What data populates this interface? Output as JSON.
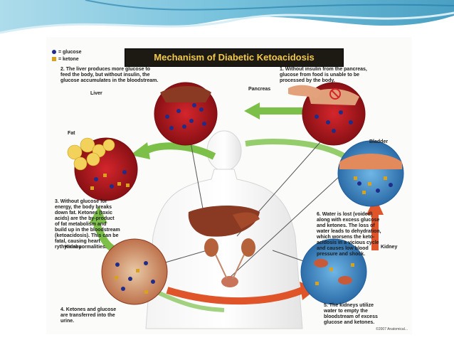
{
  "title": "Mechanism of Diabetic Ketoacidosis",
  "legend": {
    "glucose": "= glucose",
    "ketone": "= ketone"
  },
  "organs": {
    "liver": "Liver",
    "pancreas": "Pancreas",
    "fat": "Fat",
    "bladder": "Bladder",
    "kidney_left": "Kidney",
    "kidney_right": "Kidney"
  },
  "steps": {
    "step1": "1. Without insulin from the pancreas,\nglucose from food is unable to be\nprocessed by the body.",
    "step2": "2. The liver produces more glucose to\nfeed the body, but without insulin, the\nglucose accumulates in the bloodstream.",
    "step3": "3. Without glucose for\nenergy, the body breaks\ndown fat. Ketones (toxic\nacids) are the by-product\nof fat metabolism and\nbuild up in the bloodstream\n(ketoacidosis). This can be\nfatal, causing heart\nrythym abnormalities.",
    "step4": "4. Ketones and glucose\nare transferred into the\nurine.",
    "step5": "5. The kidneys utilize\nwater to empty the\nbloodstream of excess\nglucose and ketones.",
    "step6": "6. Water is lost (voided)\nalong with excess glucose\nand ketones. The loss of\nwater leads to dehydration,\nwhich worsens the keto-\nacidosis in a vicious cycle\nand causes low blood\npressure and shock."
  },
  "copyright": "©2007 Anatomical...",
  "colors": {
    "glucose": "#1f2d8a",
    "ketone": "#d9a21b",
    "arrow_green": "#7cc04a",
    "arrow_orange": "#e0542a",
    "blood": "#a8161c",
    "title_bg": "#1d1a14",
    "title_text": "#f2c94c"
  }
}
